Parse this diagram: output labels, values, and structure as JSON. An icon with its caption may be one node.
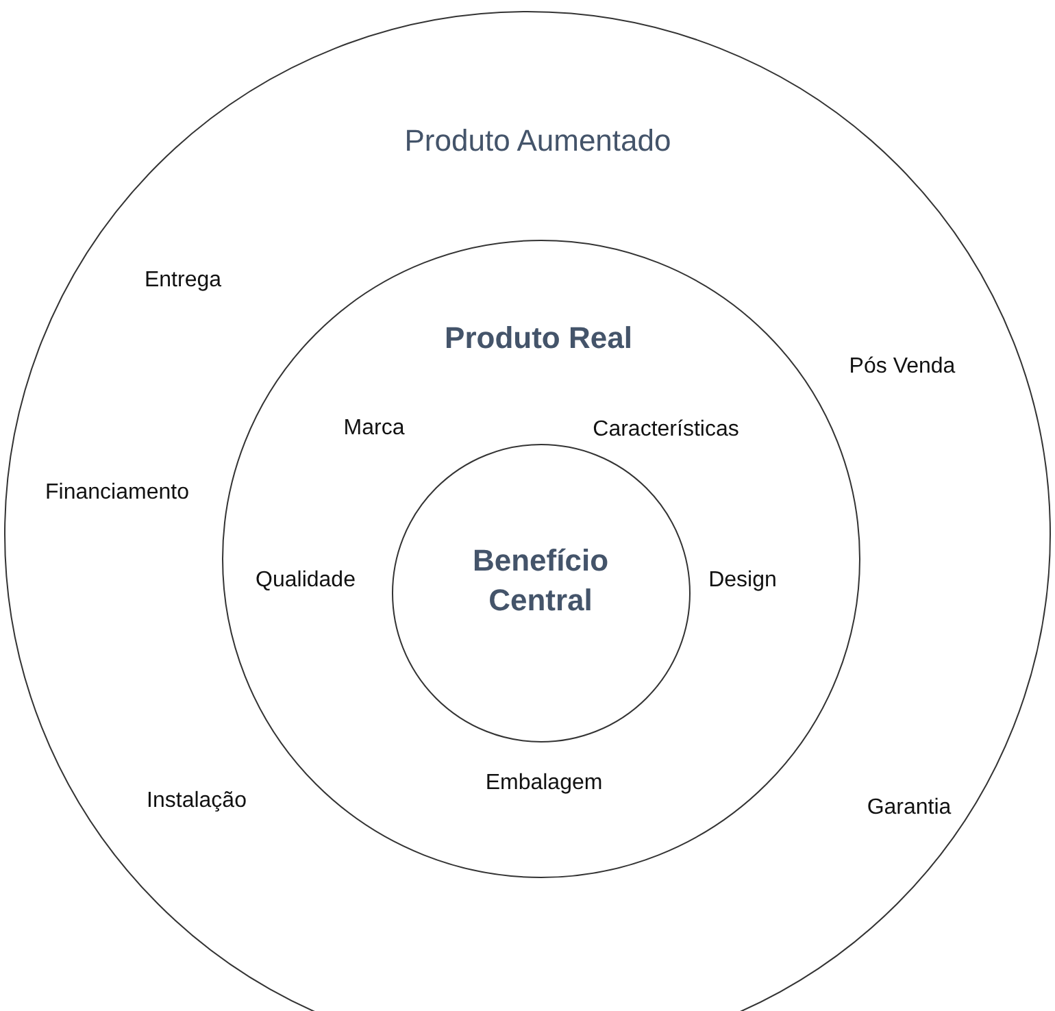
{
  "diagram": {
    "nodes": [
      {
        "text": [
          "Produto Aumentado",
          "Entrega",
          "Pós Venda",
          "Financiamento",
          "Instalação",
          "Garantia"
        ]
      },
      {
        "text": [
          "Produto Real",
          "Marca",
          "Características",
          "Qualidade",
          "Design",
          "Embalagem"
        ],
        "in": 0
      },
      {
        "text": [
          "Benefício Central"
        ],
        "in": 1
      }
    ]
  }
}
